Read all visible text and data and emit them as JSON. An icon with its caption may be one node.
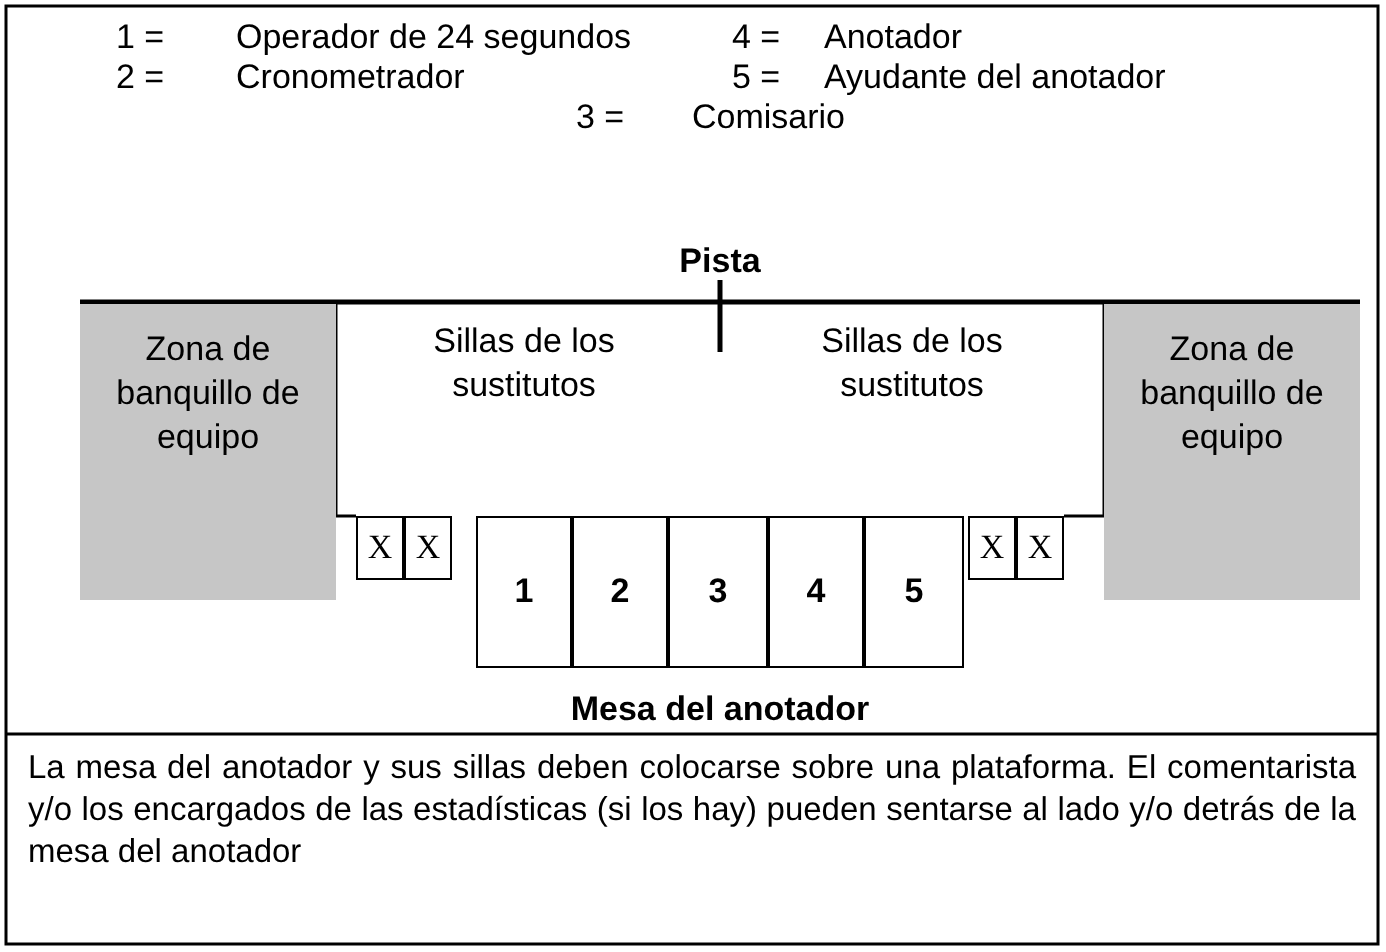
{
  "diagram": {
    "nodes": [
      {
        "text": [
          "Zona de banquillo de equipo"
        ]
      },
      {
        "text": [
          "X"
        ]
      },
      {
        "text": [
          "X"
        ]
      },
      {
        "text": [
          "1"
        ]
      },
      {
        "text": [
          "2"
        ]
      },
      {
        "text": [
          "3"
        ]
      },
      {
        "text": [
          "4"
        ]
      },
      {
        "text": [
          "5"
        ]
      },
      {
        "text": [
          "X"
        ]
      },
      {
        "text": [
          "X"
        ]
      },
      {
        "text": [
          "Zona de banquillo de equipo"
        ]
      }
    ],
    "labels": [
      "1 =",
      "Operador de 24 segundos",
      "4 =",
      "Anotador",
      "2 =",
      "Cronometrador",
      "5 =",
      "Ayudante del anotador",
      "3 =",
      "Comisario",
      "Pista",
      "Sillas de los sustitutos",
      "Sillas de los sustitutos",
      "Mesa del anotador",
      "La mesa del anotador y sus sillas deben colocarse sobre una plataforma. El comentarista y/o los encargados de las estadísticas (si los hay) pueden sentarse al lado y/o detrás de la mesa del anotador"
    ]
  }
}
